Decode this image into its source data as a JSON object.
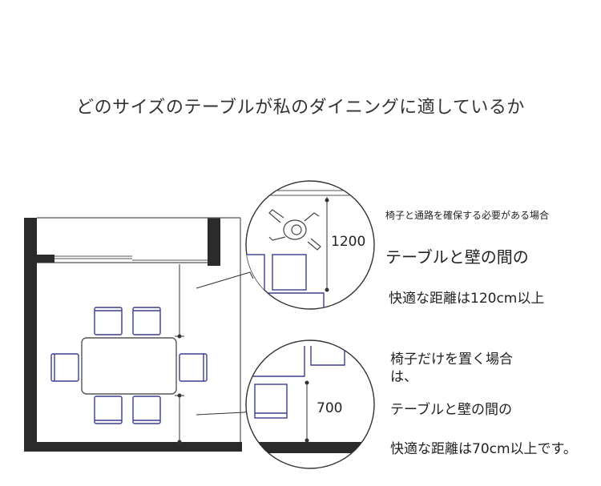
{
  "title": "どのサイズのテーブルが私のダイニングに適しているか",
  "zoom_top": {
    "dimension": "1200"
  },
  "zoom_bottom": {
    "dimension": "700"
  },
  "notes": {
    "top_caption": "椅子と通路を確保する必要がある場合",
    "top_line1": "テーブルと壁の間の",
    "top_line2": "快適な距離は120cm以上",
    "bottom_line1": "椅子だけを置く場合",
    "bottom_line2": "は、",
    "bottom_line3": "テーブルと壁の間の",
    "bottom_line4": "快適な距離は70cm以上です。"
  },
  "colors": {
    "wall": "#2b2b2b",
    "outline": "#555555",
    "chair": "#3a3f8f",
    "line": "#333333"
  }
}
